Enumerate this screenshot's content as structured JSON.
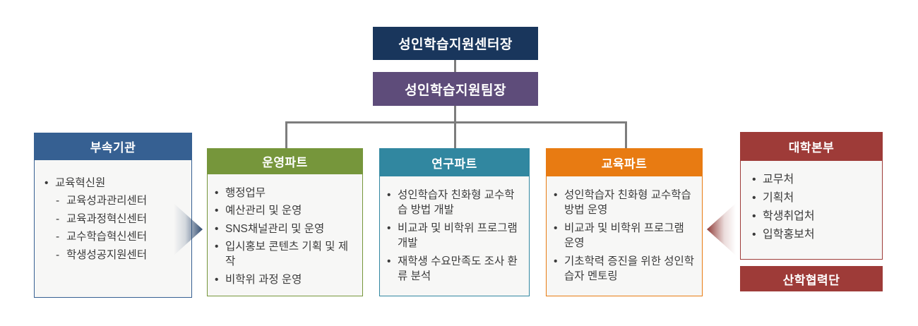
{
  "hierarchy": {
    "director": "성인학습지원센터장",
    "team_leader": "성인학습지원팀장"
  },
  "left_panel": {
    "title": "부속기관",
    "items": [
      {
        "level": 1,
        "marker": "•",
        "text": "교육혁신원"
      },
      {
        "level": 2,
        "marker": "-",
        "text": "교육성과관리센터"
      },
      {
        "level": 2,
        "marker": "-",
        "text": "교육과정혁신센터"
      },
      {
        "level": 2,
        "marker": "-",
        "text": "교수학습혁신센터"
      },
      {
        "level": 2,
        "marker": "-",
        "text": "학생성공지원센터"
      }
    ]
  },
  "parts": [
    {
      "title": "운영파트",
      "accent": "#76963b",
      "items": [
        "행정업무",
        "예산관리 및 운영",
        "SNS채널관리 및 운영",
        "입시홍보 콘텐츠 기획 및 제작",
        "비학위 과정 운영"
      ]
    },
    {
      "title": "연구파트",
      "accent": "#3187a0",
      "items": [
        "성인학습자 친화형 교수학습 방법 개발",
        "비교과 및 비학위 프로그램 개발",
        "재학생 수요만족도 조사 환류 분석"
      ]
    },
    {
      "title": "교육파트",
      "accent": "#e87b12",
      "items": [
        "성인학습자 친화형 교수학습방법 운영",
        "비교과 및 비학위 프로그램 운영",
        "기초학력 증진을 위한 성인학습자 멘토링"
      ]
    }
  ],
  "right_panel": {
    "title": "대학본부",
    "items": [
      "교무처",
      "기획처",
      "학생취업처",
      "입학홍보처"
    ],
    "footer": "산학협력단"
  },
  "colors": {
    "director_bg": "#19365c",
    "team_leader_bg": "#5e4c7a",
    "left_panel_accent": "#366092",
    "operations_accent": "#76963b",
    "research_accent": "#3187a0",
    "education_accent": "#e87b12",
    "right_panel_accent": "#9e3b38",
    "connector": "#7d7d7d",
    "panel_body_bg": "#f7f7f6",
    "body_text": "#3b3b3b"
  }
}
